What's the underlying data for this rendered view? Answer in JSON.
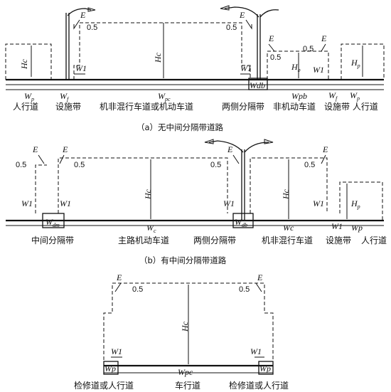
{
  "symbols": {
    "E": "E",
    "half": "0.5",
    "Hc": "Hc",
    "Hb": "H",
    "Hb_sub": "b",
    "Hp": "H",
    "Hp_sub": "p",
    "W1": "W1",
    "Wp": "W",
    "Wp_sub": "p",
    "Wf": "W",
    "Wf_sub": "f",
    "Wpc": "W",
    "Wpc_sub": "pc",
    "Wdb": "Wdb",
    "Wpb": "Wpb",
    "Wc": "W",
    "Wc_sub": "c",
    "Wdm": "W",
    "Wdm_sub": "dm",
    "Wdb2": "W",
    "Wdb2_sub": "db",
    "WcPlain": "Wc",
    "WpPlain": "Wp",
    "WpcPlain": "Wpc"
  },
  "panel_a": {
    "caption": "（a）无中间分隔带道路",
    "labels": {
      "sidewalk": "人行道",
      "facility_belt": "设施带",
      "mixed_lane": "机非混行车道或机动车道",
      "two_side_divider": "两侧分隔带",
      "non_motor_lane": "非机动车道",
      "facility_sidewalk": "设施带 人行道"
    }
  },
  "panel_b": {
    "caption": "（b）有中间分隔带道路",
    "labels": {
      "median": "中间分隔带",
      "main_lane": "主路机动车道",
      "two_side_divider": "两侧分隔带",
      "mixed_lane": "机非混行车道",
      "facility_belt": "设施带",
      "sidewalk": "人行道"
    }
  },
  "panel_c": {
    "labels": {
      "left_walk": "检修道或人行道",
      "lane": "车行道",
      "right_walk": "检修道或人行道"
    }
  }
}
